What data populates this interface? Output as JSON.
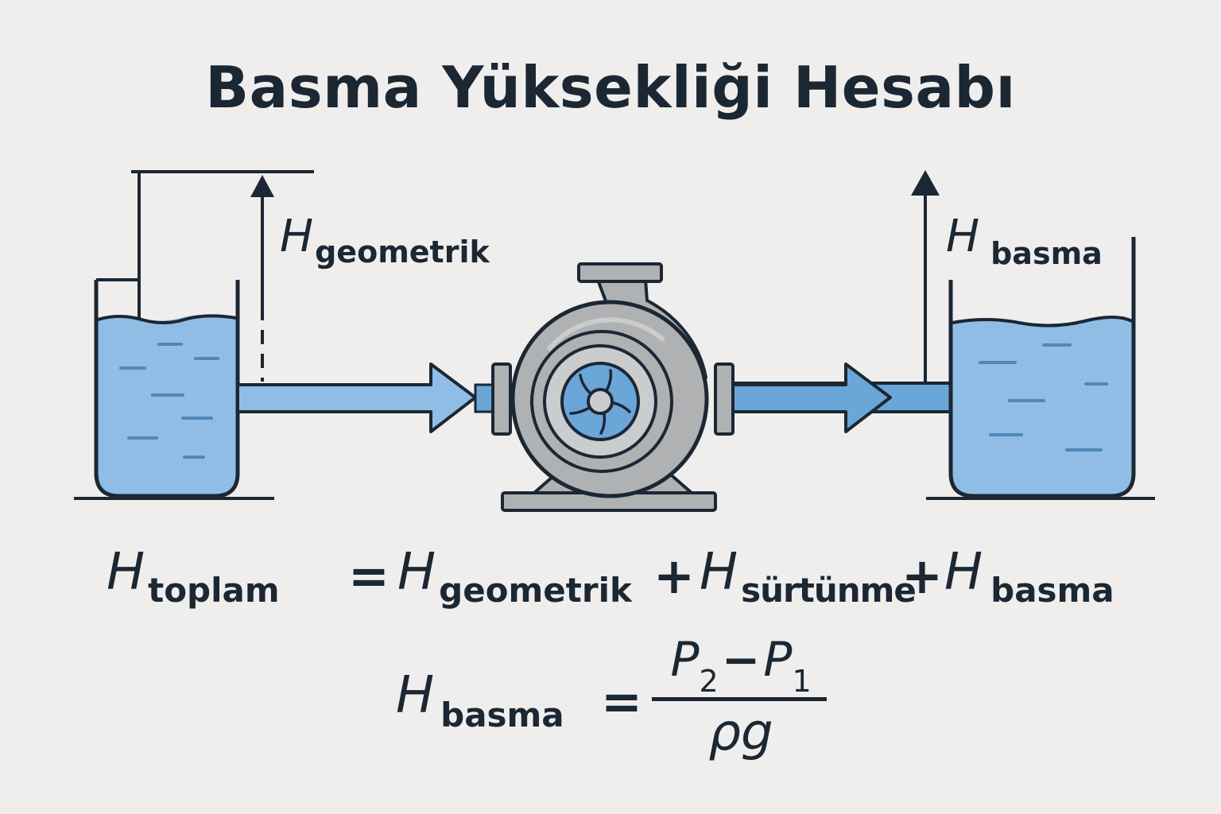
{
  "title": "Basma Yüksekliği Hesabı",
  "symbol_H": "H",
  "labels": {
    "h_geometrik_sub": "geometrik",
    "h_basma_sub": "basma"
  },
  "equation_total": {
    "lhs_sub": "toplam",
    "equals": "=",
    "term1_sub": "geometrik",
    "plus1": "+",
    "term2_sub": "sürtünme",
    "plus2": "+",
    "term3_sub": "basma"
  },
  "equation_basma": {
    "lhs_sub": "basma",
    "equals": "=",
    "num_p2": "P",
    "num_p2_index": "2",
    "num_minus": "−",
    "num_p1": "P",
    "num_p1_index": "1",
    "denominator": "ρg"
  },
  "colors": {
    "background": "#efeeec",
    "ink": "#1c2734",
    "water": "#8fbde6",
    "water_dash": "#4f88b8",
    "pipe": "#6aa6d8",
    "pump_body": "#b0b1b3",
    "pump_light": "#cbcccd"
  },
  "icons": [
    "left-tank-icon",
    "right-tank-icon",
    "centrifugal-pump-icon",
    "impeller-icon",
    "flow-arrow-icon",
    "height-arrow-icon"
  ]
}
